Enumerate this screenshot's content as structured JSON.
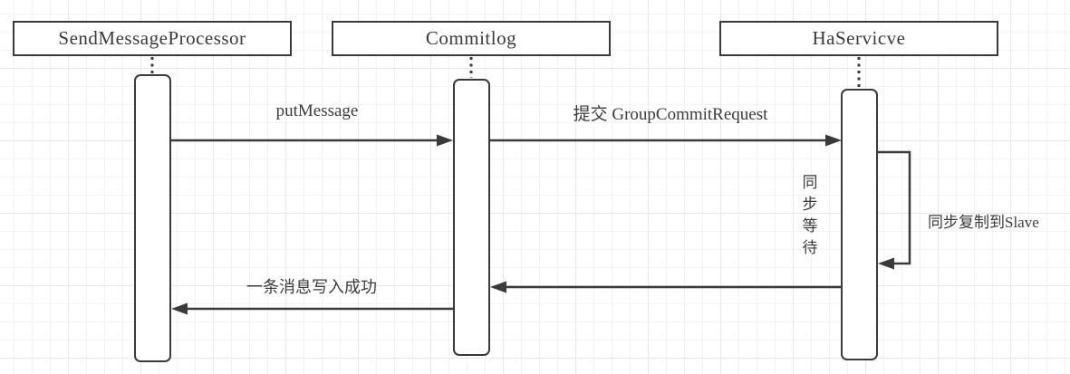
{
  "diagram": {
    "type": "sequence-diagram",
    "actors": [
      {
        "id": "send-message-processor",
        "label": "SendMessageProcessor"
      },
      {
        "id": "commitlog",
        "label": "Commitlog"
      },
      {
        "id": "ha-service",
        "label": "HaServicve"
      }
    ],
    "messages": [
      {
        "id": "put-message",
        "label": "putMessage",
        "from": "SendMessageProcessor",
        "to": "Commitlog",
        "direction": "right"
      },
      {
        "id": "group-commit-request",
        "label": "提交 GroupCommitRequest",
        "from": "Commitlog",
        "to": "HaServicve",
        "direction": "right"
      },
      {
        "id": "sync-replicate-slave",
        "label": "同步复制到Slave",
        "from": "HaServicve",
        "to": "HaServicve",
        "direction": "self"
      },
      {
        "id": "commit-return",
        "label": "",
        "from": "HaServicve",
        "to": "Commitlog",
        "direction": "left"
      },
      {
        "id": "write-success",
        "label": "一条消息写入成功",
        "from": "Commitlog",
        "to": "SendMessageProcessor",
        "direction": "left"
      }
    ],
    "notes": [
      {
        "id": "sync-wait",
        "label": "同步等待",
        "orientation": "vertical",
        "near": "HaServicve"
      }
    ],
    "colors": {
      "stroke": "#3a3a3a",
      "fill": "#ffffff",
      "grid_minor": "#f3f3f5",
      "grid_major": "#e7e7ea",
      "background": "#ffffff"
    }
  }
}
